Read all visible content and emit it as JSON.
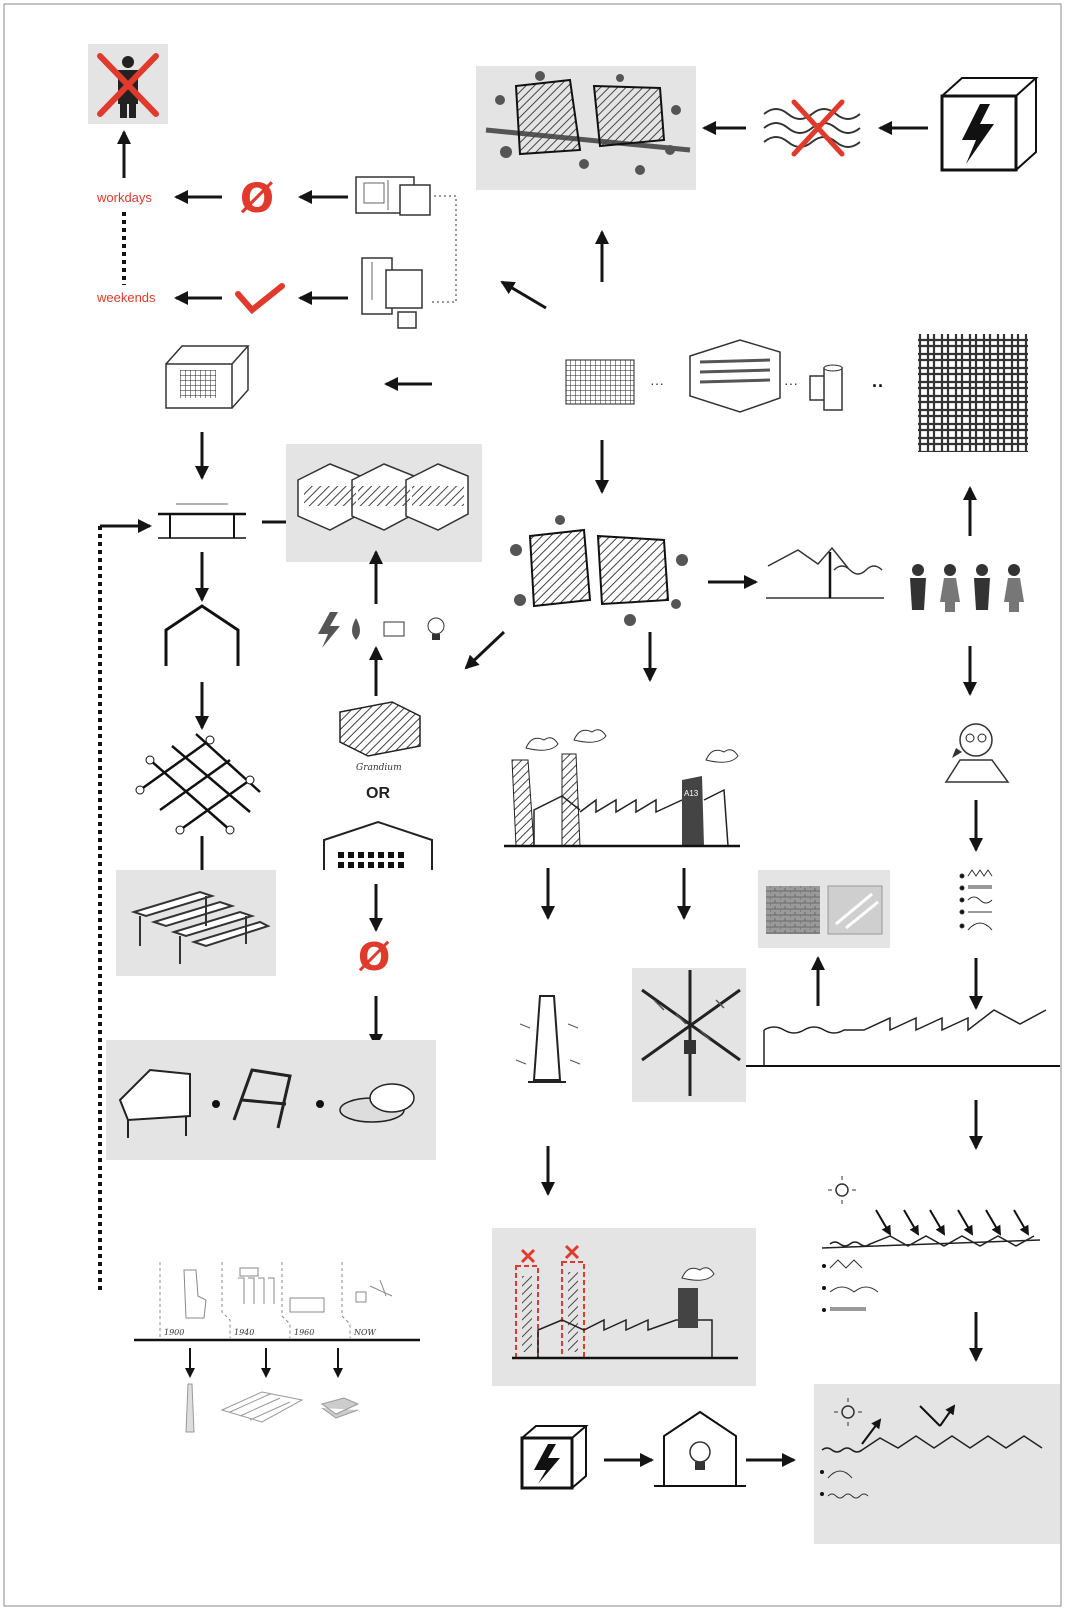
{
  "labels": {
    "workdays": "workdays",
    "weekends": "weekends",
    "or": "OR",
    "handwritten_caption": "Grandium",
    "chimney_code": "A13"
  },
  "timeline": {
    "ticks": [
      "1900",
      "1940",
      "1960",
      "NOW"
    ]
  },
  "symbols": {
    "empty_set": "Ø",
    "check": "check-mark",
    "cross": "cross-mark",
    "lightning": "lightning-bolt"
  },
  "colors": {
    "accent": "#e03a2c",
    "ink": "#141414",
    "panel": "#e4e4e4",
    "frame": "#8a8a8a"
  }
}
